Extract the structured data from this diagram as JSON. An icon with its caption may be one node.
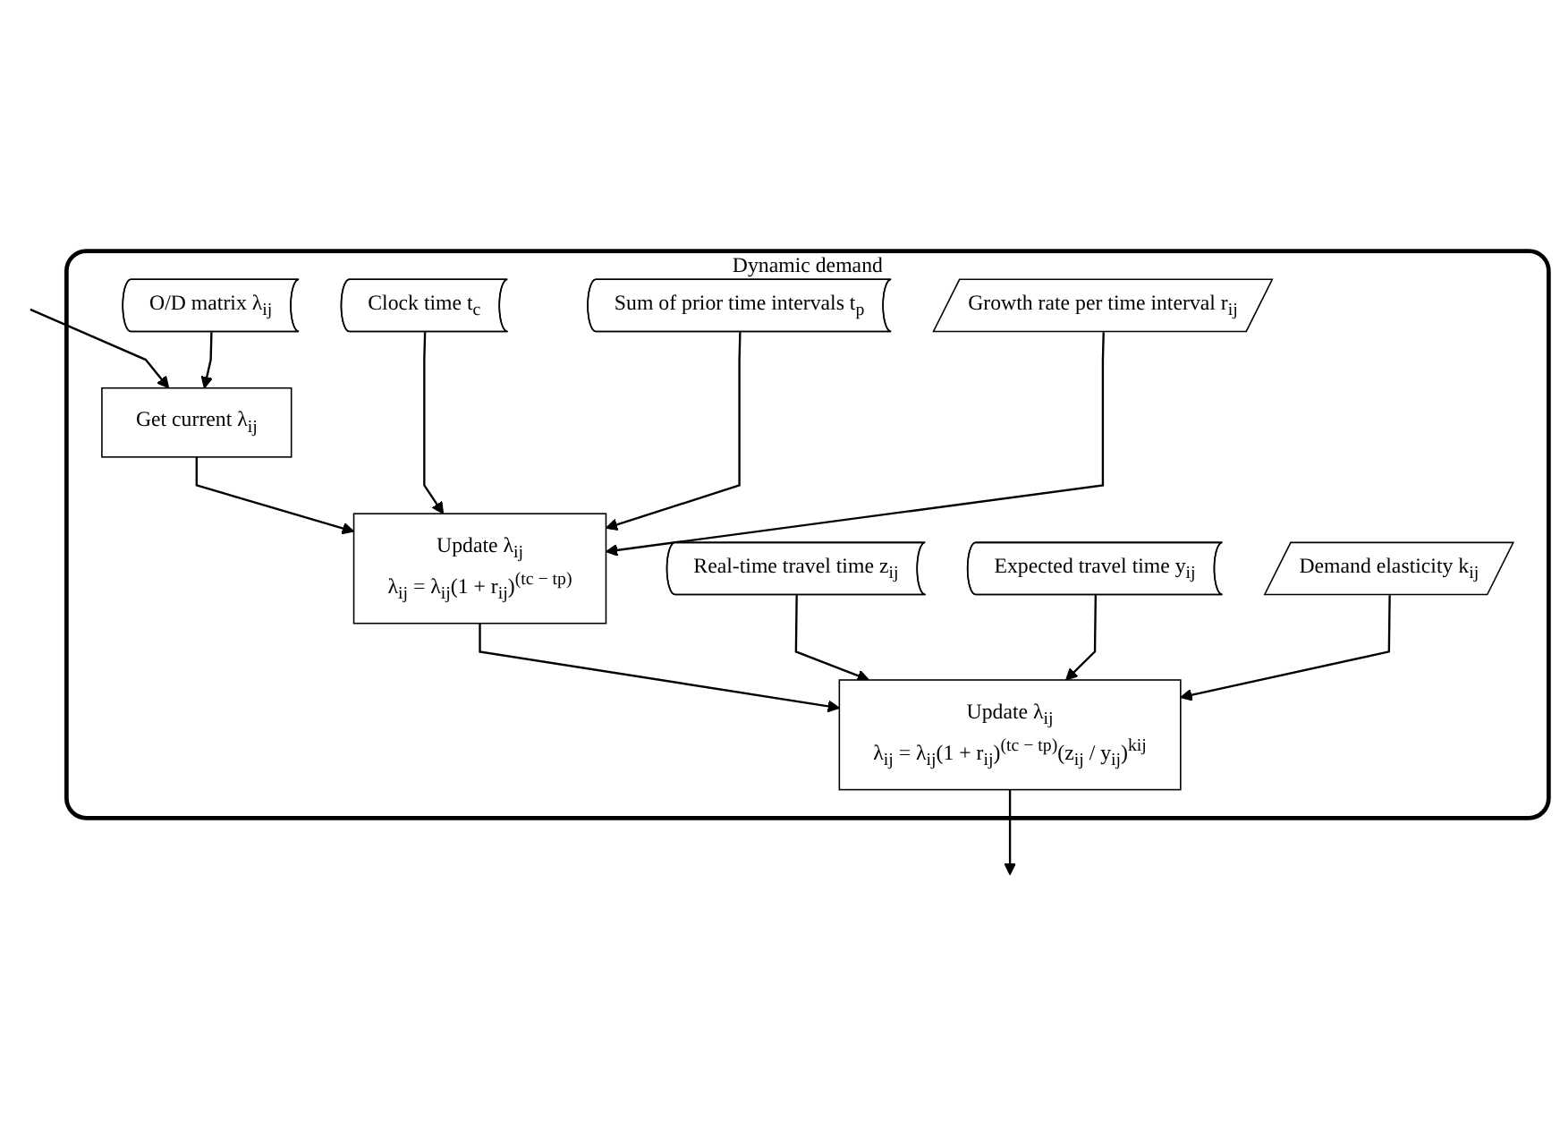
{
  "diagram": {
    "nodes": [
      {
        "text": [
          "Dynamic demand"
        ]
      },
      {
        "text": [
          "Get current λ$_{ij}$"
        ],
        "in": 0
      },
      {
        "text": [
          "O/D matrix λ$_{ij}$"
        ],
        "in": 0
      },
      {
        "text": [
          "Clock time t$_{c}$"
        ],
        "in": 0
      },
      {
        "text": [
          "Sum of prior time intervals t$_{p}$"
        ],
        "in": 0
      },
      {
        "text": [
          "Update λ$_{ij}$",
          "λ$_{ij}$ = λ$_{ij}$(1 + r$_{ij}$)$^{(tc − tp)}$"
        ],
        "in": 0
      },
      {
        "text": [
          "Growth rate per time interval r$_{ij}$"
        ],
        "in": 0
      },
      {
        "text": [
          "Real-time travel time z$_{ij}$"
        ],
        "in": 0
      },
      {
        "text": [
          "Expected travel time y$_{ij}$"
        ],
        "in": 0
      },
      {
        "text": [
          "Update λ$_{ij}$",
          "λ$_{ij}$ = λ$_{ij}$(1 + r$_{ij}$)$^{(tc − tp)}$(z$_{ij}$ / y$_{ij}$)$^{kij}$"
        ],
        "in": 0
      },
      {
        "text": [
          "Demand elasticity k$_{ij}$"
        ],
        "in": 0
      }
    ],
    "edges": [
      {
        "from": null,
        "to": 1,
        "arrow": "to"
      },
      {
        "from": 2,
        "to": 1,
        "arrow": "to"
      },
      {
        "from": 1,
        "to": 5,
        "arrow": "to"
      },
      {
        "from": 3,
        "to": 5,
        "arrow": "to"
      },
      {
        "from": 4,
        "to": 5,
        "arrow": "to"
      },
      {
        "from": 6,
        "to": 5,
        "arrow": "to"
      },
      {
        "from": 5,
        "to": 9,
        "arrow": "to"
      },
      {
        "from": 7,
        "to": 9,
        "arrow": "to"
      },
      {
        "from": 8,
        "to": 9,
        "arrow": "to"
      },
      {
        "from": 10,
        "to": 9,
        "arrow": "to"
      },
      {
        "from": 9,
        "to": null,
        "arrow": "to"
      }
    ]
  }
}
